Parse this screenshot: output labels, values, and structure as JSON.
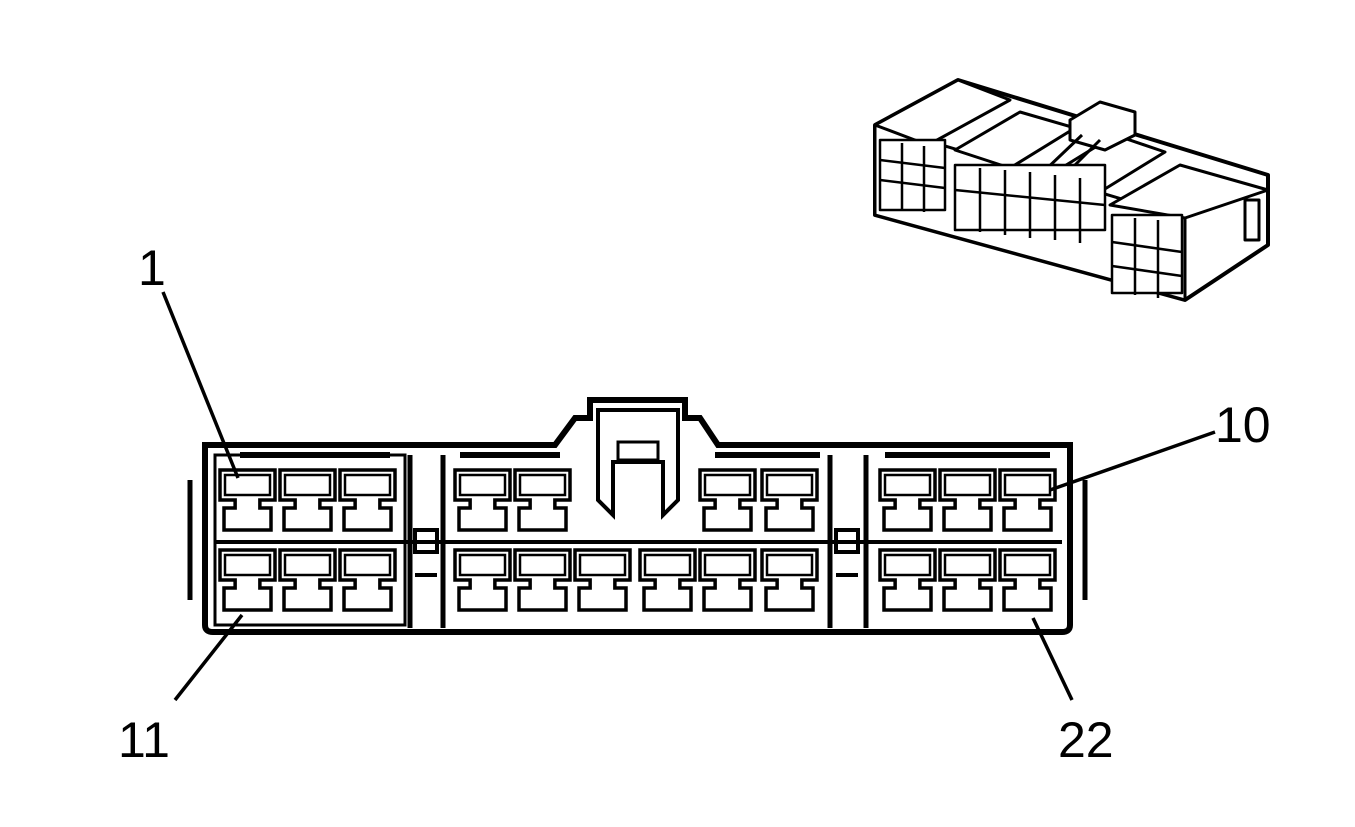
{
  "colors": {
    "line": "#000000",
    "fill": "#ffffff"
  },
  "pin_labels": {
    "top_left": "1",
    "top_right": "10",
    "bottom_left": "11",
    "bottom_right": "22"
  },
  "icons": {
    "inset": "connector-isometric-icon"
  }
}
